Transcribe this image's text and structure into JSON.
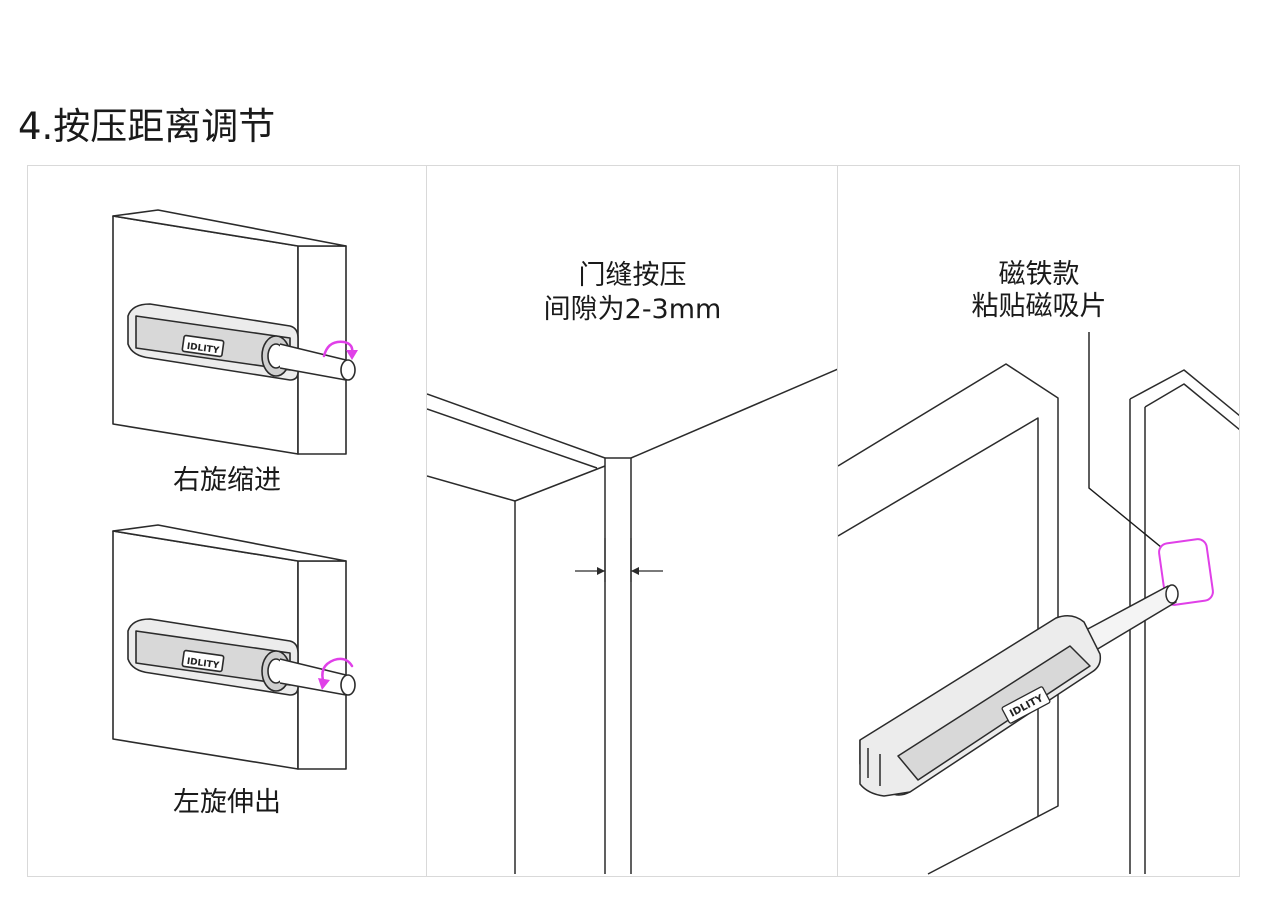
{
  "page": {
    "title": "4.按压距离调节"
  },
  "panels": {
    "rotate": {
      "right_label": "右旋缩进",
      "left_label": "左旋伸出",
      "brand": "IDLITY"
    },
    "gap": {
      "line1": "门缝按压",
      "line2": "间隙为2-3mm"
    },
    "magnet": {
      "line1": "磁铁款",
      "line2": "粘贴磁吸片",
      "brand": "IDLITY"
    }
  },
  "colors": {
    "line": "#2b2b2b",
    "accent": "#e040e8",
    "frame": "#d9d9d9"
  }
}
